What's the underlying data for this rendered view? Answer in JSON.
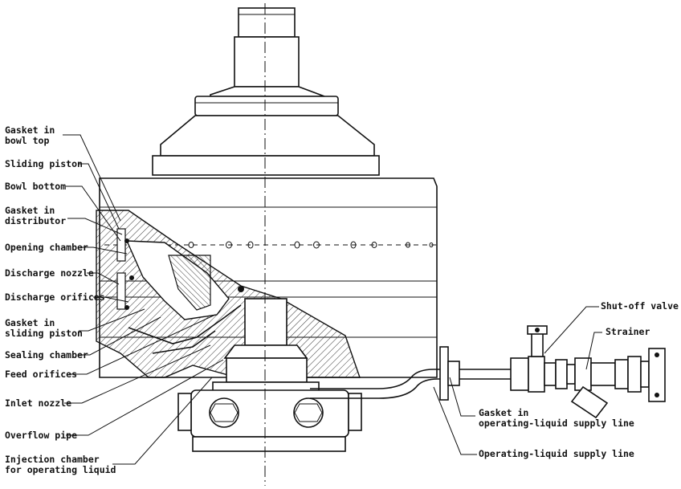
{
  "labels": {
    "gasket_bowl_top": [
      "Gasket in",
      "bowl top"
    ],
    "sliding_piston": "Sliding piston",
    "bowl_bottom": "Bowl bottom",
    "gasket_distributor": [
      "Gasket in",
      "distributor"
    ],
    "opening_chamber": "Opening chamber",
    "discharge_nozzle": "Discharge nozzle",
    "discharge_orifices": "Discharge orifices",
    "gasket_sliding_piston": [
      "Gasket in",
      "sliding piston"
    ],
    "sealing_chamber": "Sealing chamber",
    "feed_orifices": "Feed orifices",
    "inlet_nozzle": "Inlet nozzle",
    "overflow_pipe": "Overflow pipe",
    "injection_chamber": [
      "Injection chamber",
      "for operating liquid"
    ],
    "shutoff_valve": "Shut-off valve",
    "strainer": "Strainer",
    "gasket_supply_line": [
      "Gasket in",
      "operating-liquid supply line"
    ],
    "supply_line": "Operating-liquid supply line"
  }
}
